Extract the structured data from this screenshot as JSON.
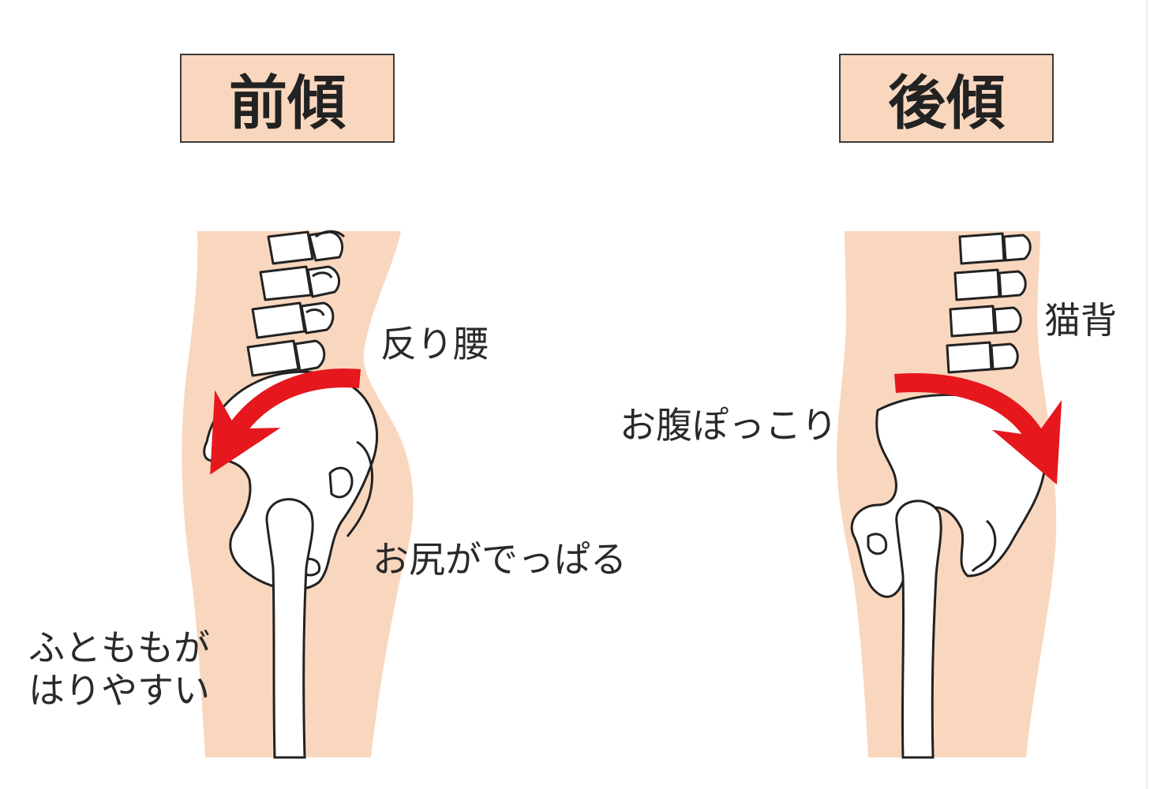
{
  "colors": {
    "skin": "#f9d7be",
    "title_box_fill": "#f9d7be",
    "arrow": "#e6171d",
    "bone_fill": "#ffffff",
    "bone_stroke": "#222222",
    "text": "#2a2a2a"
  },
  "panels": {
    "anterior": {
      "title": "前傾",
      "labels": {
        "back": "反り腰",
        "buttocks": "お尻がでっぱる",
        "thigh_line1": "ふとももが",
        "thigh_line2": "はりやすい"
      },
      "arrow_direction": "counter-clockwise (pelvis tilts forward)"
    },
    "posterior": {
      "title": "後傾",
      "labels": {
        "back": "猫背",
        "belly": "お腹ぽっこり"
      },
      "arrow_direction": "clockwise (pelvis tilts backward)"
    }
  }
}
